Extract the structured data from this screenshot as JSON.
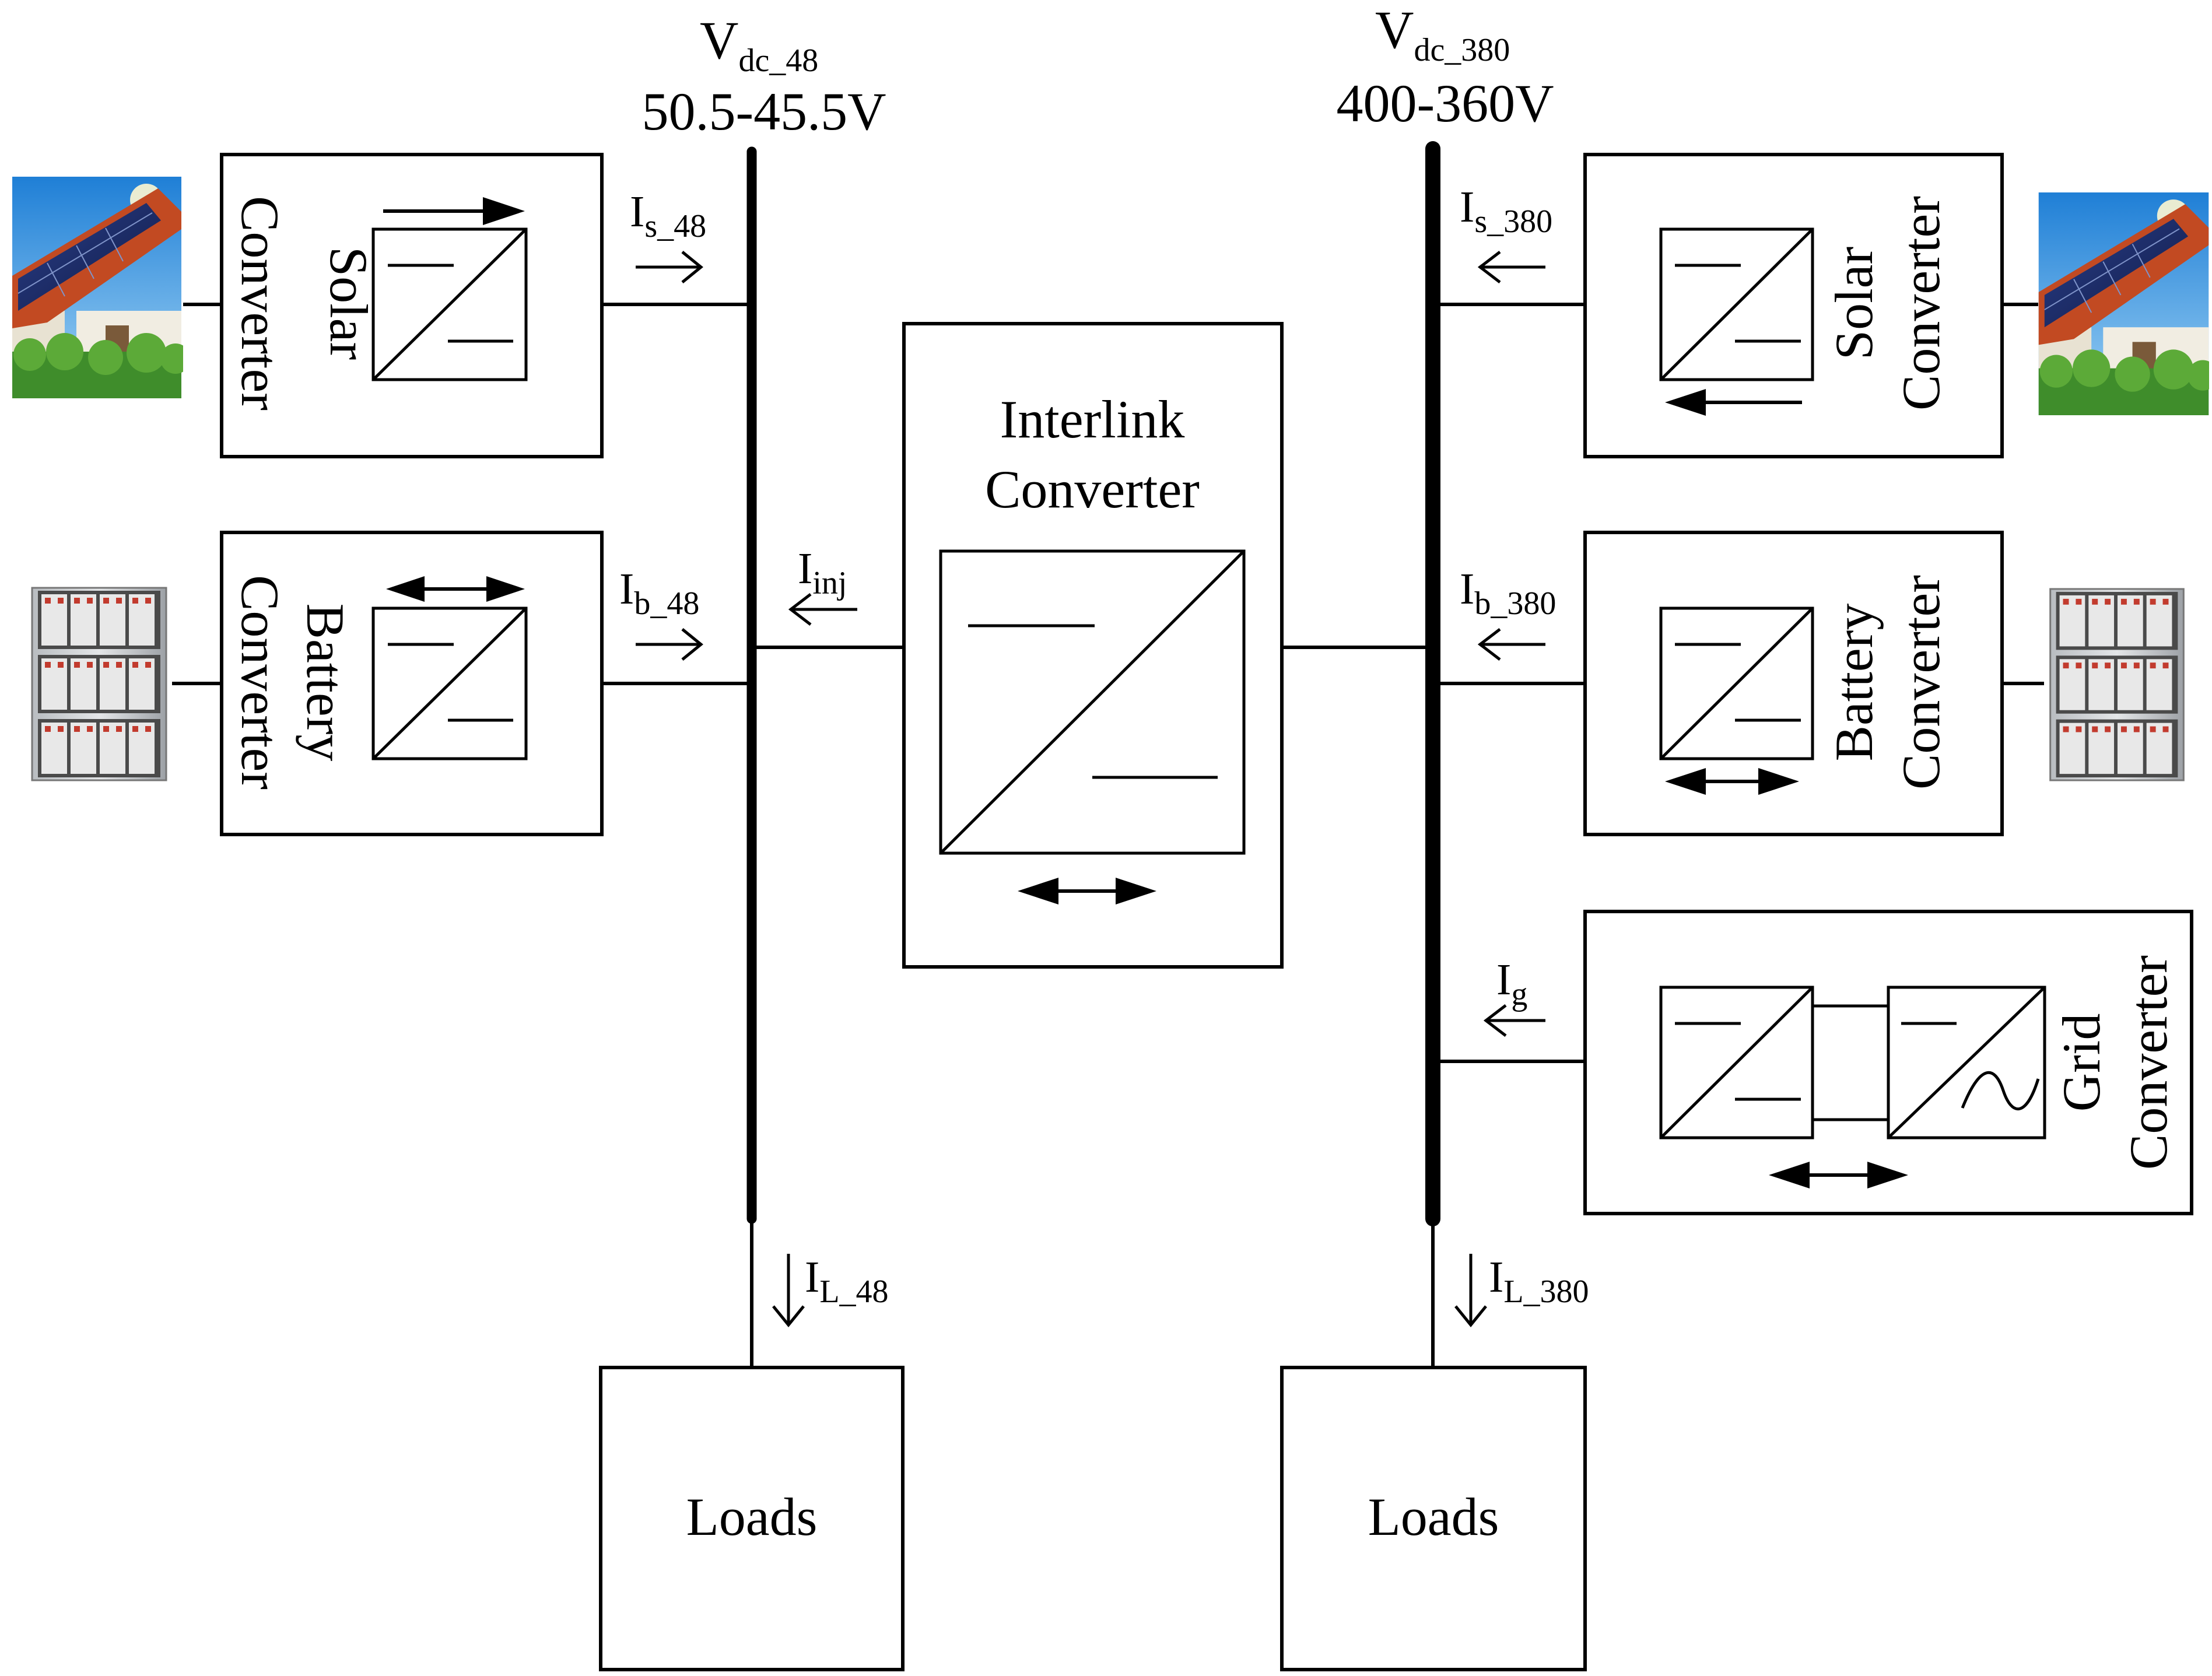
{
  "bus_left": {
    "voltage_main": "V",
    "voltage_sub": "dc_48",
    "range": "50.5-45.5V"
  },
  "bus_right": {
    "voltage_main": "V",
    "voltage_sub": "dc_380",
    "range": "400-360V"
  },
  "left_solar": {
    "label_line1": "Solar",
    "label_line2": "Converter",
    "current_main": "I",
    "current_sub": "s_48"
  },
  "left_battery": {
    "label_line1": "Battery",
    "label_line2": "Converter",
    "current_main": "I",
    "current_sub": "b_48"
  },
  "interlink": {
    "label_line1": "Interlink",
    "label_line2": "Converter",
    "current_main": "I",
    "current_sub": "inj"
  },
  "right_solar": {
    "label_line1": "Solar",
    "label_line2": "Converter",
    "current_main": "I",
    "current_sub": "s_380"
  },
  "right_battery": {
    "label_line1": "Battery",
    "label_line2": "Converter",
    "current_main": "I",
    "current_sub": "b_380"
  },
  "grid": {
    "label_line1": "Grid",
    "label_line2": "Converter",
    "current_main": "I",
    "current_sub": "g"
  },
  "load_left": {
    "label": "Loads",
    "current_main": "I",
    "current_sub": "L_48"
  },
  "load_right": {
    "label": "Loads",
    "current_main": "I",
    "current_sub": "L_380"
  },
  "icons": [
    "solar-house-icon",
    "battery-rack-icon",
    "dc-dc-converter-icon",
    "dc-ac-converter-icon",
    "bidirectional-arrow-icon"
  ]
}
